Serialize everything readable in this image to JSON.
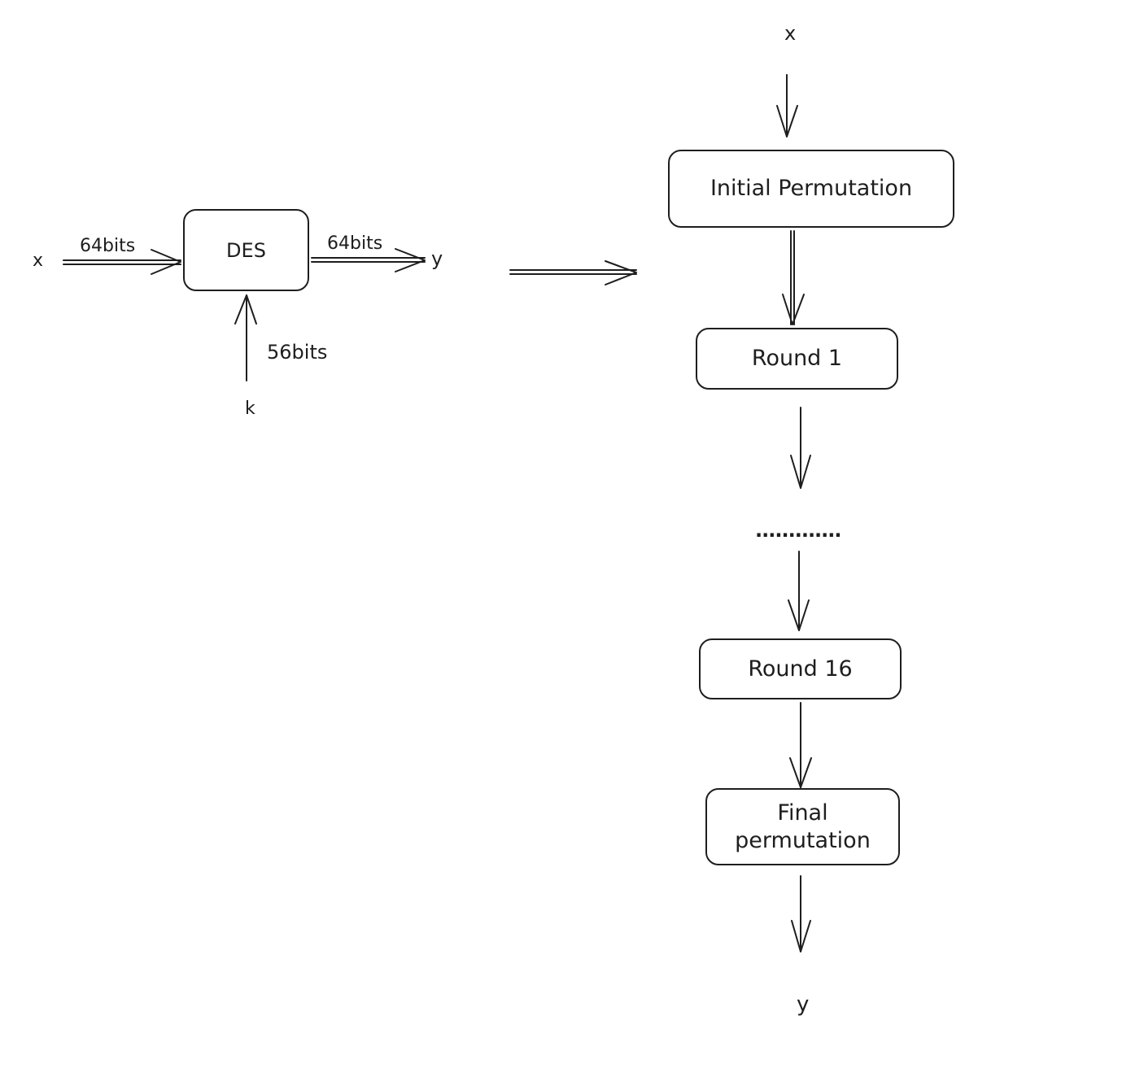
{
  "left_diagram": {
    "input_label": "x",
    "input_bits": "64bits",
    "block_label": "DES",
    "output_bits": "64bits",
    "output_label": "y",
    "key_bits": "56bits",
    "key_label": "k"
  },
  "right_diagram": {
    "input_label": "x",
    "initial_permutation": "Initial Permutation",
    "round_first": "Round 1",
    "ellipsis": ".............",
    "round_last": "Round 16",
    "final_permutation_line1": "Final",
    "final_permutation_line2": "permutation",
    "output_label": "y"
  },
  "colors": {
    "stroke": "#1e1e1e",
    "background": "#ffffff"
  }
}
